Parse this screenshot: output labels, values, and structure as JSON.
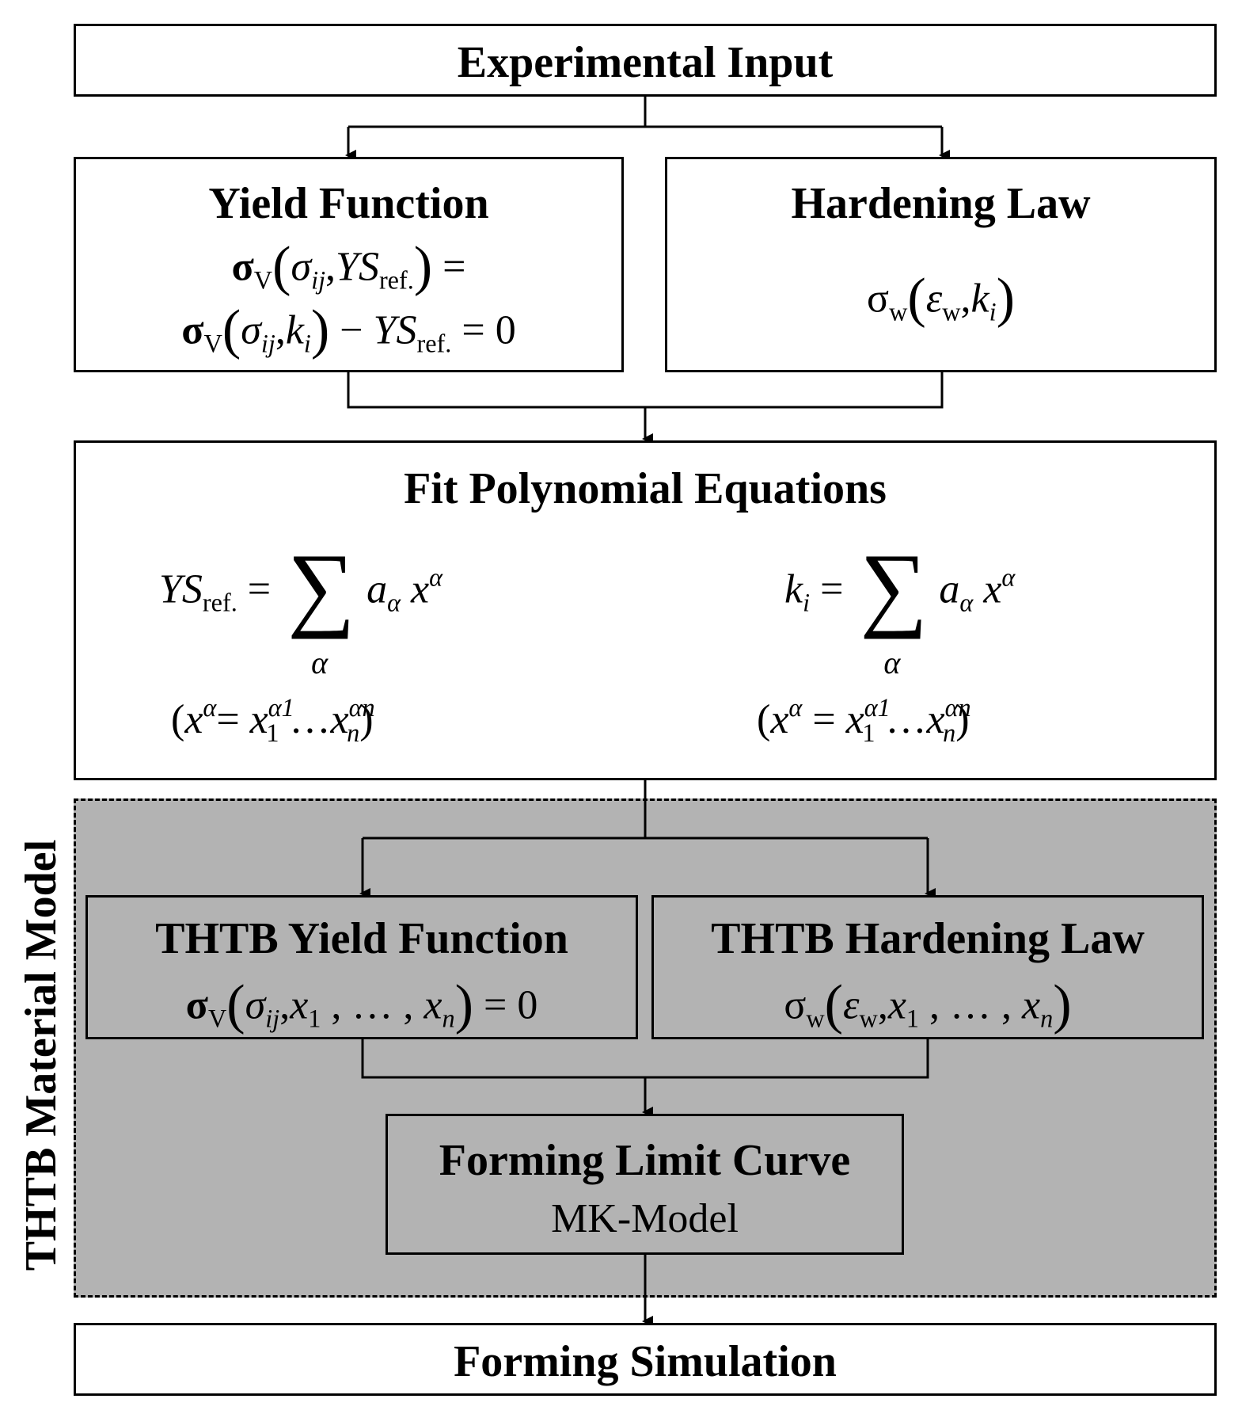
{
  "nodes": {
    "experimental_input": {
      "title": "Experimental Input"
    },
    "yield_function": {
      "title": "Yield Function",
      "line1": "σV(σij,YSref.) =",
      "line2": "σV(σij,ki) − YSref. = 0"
    },
    "hardening_law": {
      "title": "Hardening Law",
      "line1": "σw(εw,ki)"
    },
    "fit_polynomial": {
      "title": "Fit Polynomial Equations",
      "eq_left": "YSref. = Σα aα xα",
      "eq_left_note": "(xα= x1α1 … xnαn)",
      "eq_right": "ki = Σα aα xα",
      "eq_right_note": "(xα = x1α1 … xnαn)"
    },
    "thtb_yield": {
      "title": "THTB Yield Function",
      "line1": "σV(σij,x1 , … , xn) = 0"
    },
    "thtb_hardening": {
      "title": "THTB Hardening Law",
      "line1": "σw(εw,x1 , … , xn)"
    },
    "flc": {
      "title": "Forming Limit Curve",
      "subtitle": "MK-Model"
    },
    "forming_simulation": {
      "title": "Forming Simulation"
    }
  },
  "group": {
    "label": "THTB Material Model"
  },
  "symbols": {
    "sigma": "σ",
    "epsilon": "ε",
    "alpha": "α",
    "sum": "∑",
    "V": "V",
    "w": "w",
    "ij": "ij",
    "YS": "YS",
    "ref": "ref.",
    "k": "k",
    "i": "i",
    "x": "x",
    "a": "a",
    "n": "n",
    "one": "1",
    "alpha1": "α1",
    "alphan": "αn",
    "zero": "0",
    "eq": "=",
    "minus": "−",
    "ellipsis": "…",
    "comma": ",",
    "lparen": "(",
    "rparen": ")"
  },
  "colors": {
    "region_fill": "#b3b3b3",
    "line": "#000000",
    "box_fill": "#ffffff"
  }
}
